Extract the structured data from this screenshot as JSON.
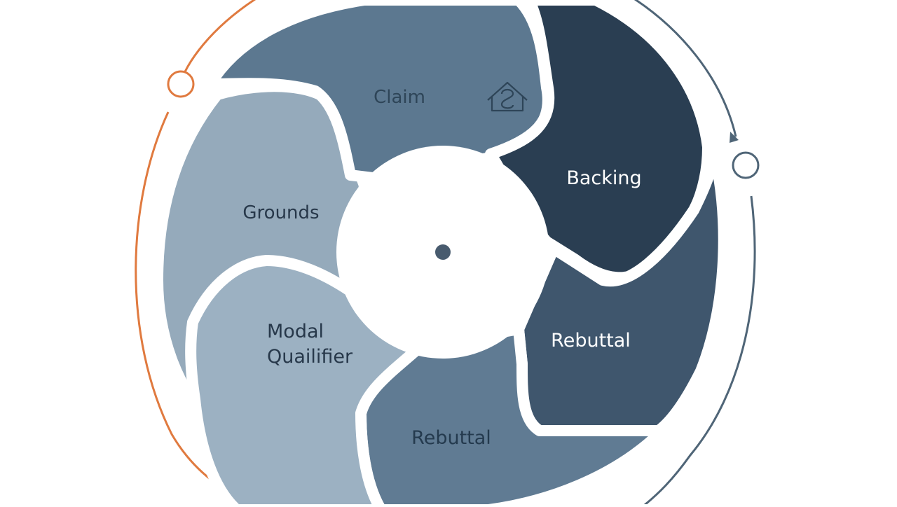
{
  "diagram": {
    "segments": [
      {
        "id": "claim",
        "label": "Claim",
        "color": "#5c7890",
        "text_color": "#2e4558"
      },
      {
        "id": "backing",
        "label": "Backing",
        "color": "#2a3e52",
        "text_color": "#ffffff"
      },
      {
        "id": "rebuttal-right",
        "label": "Rebuttal",
        "color": "#3f566d",
        "text_color": "#ffffff"
      },
      {
        "id": "rebuttal-bottom",
        "label": "Rebuttal",
        "color": "#607b93",
        "text_color": "#243a4e"
      },
      {
        "id": "modal-qualifier",
        "label_line1": "Modal",
        "label_line2": "Quailifier",
        "color": "#9cb1c2",
        "text_color": "#27384a"
      },
      {
        "id": "grounds",
        "label": "Grounds",
        "color": "#95aabb",
        "text_color": "#27384a"
      }
    ],
    "colors": {
      "outer_arc_left": "#e07a3f",
      "outer_arc_right": "#4f6577",
      "hub": "#ffffff",
      "hub_dot": "#485b6e",
      "separator": "#ffffff"
    },
    "icons": [
      "home-icon"
    ]
  }
}
